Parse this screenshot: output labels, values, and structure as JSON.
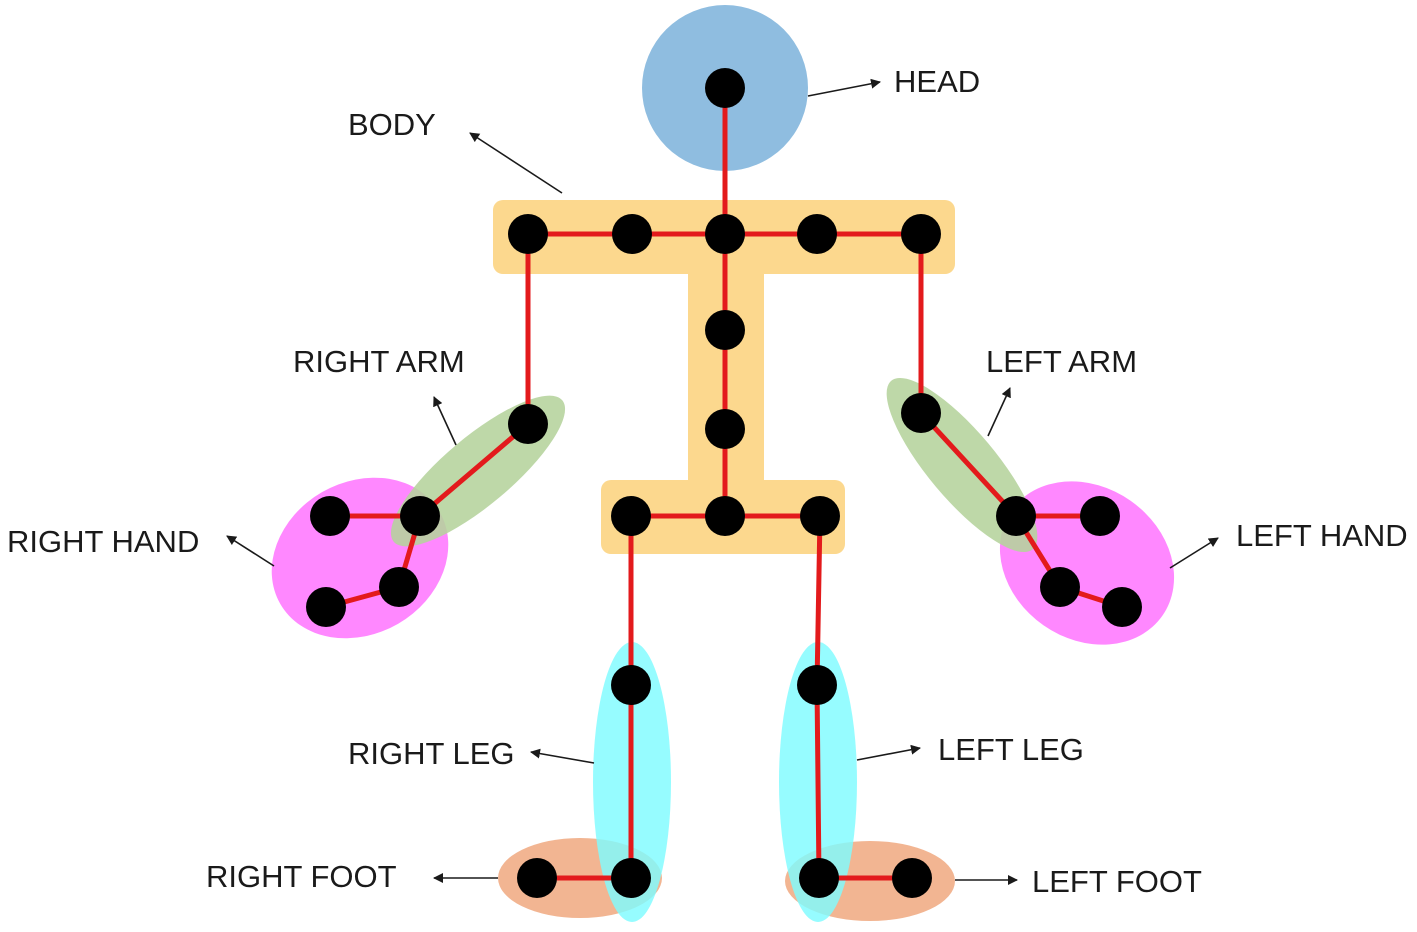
{
  "labels": {
    "head": "HEAD",
    "body": "BODY",
    "right_arm": "RIGHT ARM",
    "left_arm": "LEFT ARM",
    "right_hand": "RIGHT HAND",
    "left_hand": "LEFT HAND",
    "right_leg": "RIGHT LEG",
    "left_leg": "LEFT LEG",
    "right_foot": "RIGHT FOOT",
    "left_foot": "LEFT FOOT"
  },
  "colors": {
    "head": "#8fbde0",
    "body": "#fcd88e",
    "arm": "#b5d39c",
    "hand": "#ff88ff",
    "leg": "#7ffbff",
    "foot": "#f2b592",
    "bone": "#e31a1c",
    "joint": "#000000"
  }
}
